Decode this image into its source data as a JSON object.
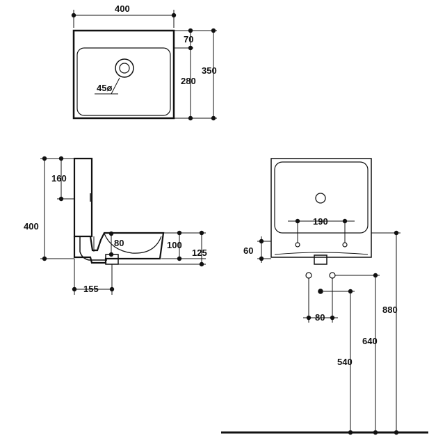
{
  "top_view": {
    "width_label": "400",
    "depth_label": "350",
    "rear_rim_label": "70",
    "bowl_label": "280",
    "drain_label": "45ø"
  },
  "side_view": {
    "total_height_label": "400",
    "upper_label": "160",
    "drain_offset_label": "80",
    "basin_height_label": "100",
    "front_height_label": "125",
    "projection_label": "155"
  },
  "front_view": {
    "fixing_spacing_label": "190",
    "bracket_label": "60",
    "waste_spacing_label": "80",
    "height_880_label": "880",
    "height_640_label": "640",
    "height_540_label": "540"
  },
  "colors": {
    "line": "#111111",
    "background": "#ffffff"
  },
  "icons": {
    "arrow": "dimension-dot"
  }
}
